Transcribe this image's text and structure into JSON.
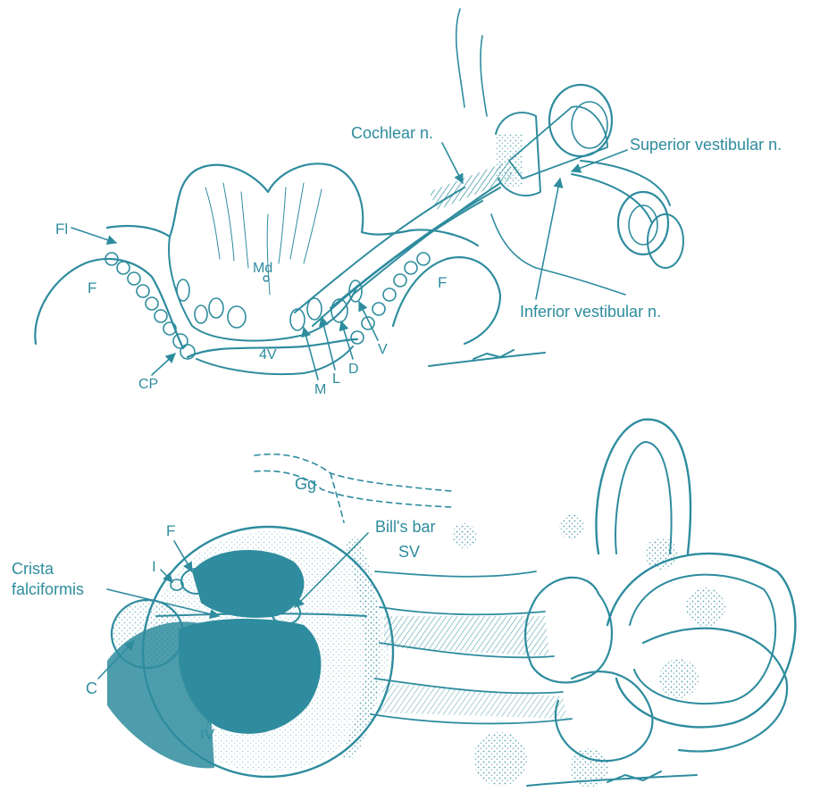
{
  "colors": {
    "ink": "#2e8c9e",
    "background": "#ffffff"
  },
  "top_figure": {
    "labels": {
      "cochlear": "Cochlear n.",
      "superior_vestibular": "Superior vestibular n.",
      "inferior_vestibular": "Inferior vestibular n.",
      "fl": "Fl",
      "f_left": "F",
      "f_right": "F",
      "md": "Md",
      "fourth_ventricle": "4V",
      "cp": "CP",
      "m": "M",
      "l": "L",
      "d": "D",
      "v": "V"
    }
  },
  "bottom_figure": {
    "labels": {
      "gg": "Gg",
      "bills_bar": "Bill's bar",
      "sv": "SV",
      "f": "F",
      "i": "I",
      "crista_line1": "Crista",
      "crista_line2": "falciformis",
      "c": "C",
      "iv": "IV"
    }
  }
}
